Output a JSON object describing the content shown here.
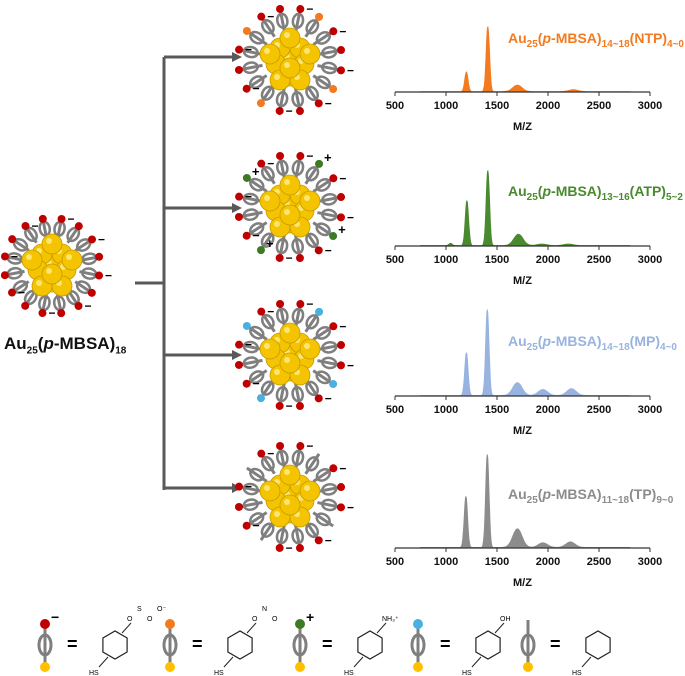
{
  "parent": {
    "prefix": "Au",
    "sub1": "25",
    "open": "(",
    "italic": "p",
    "ligand": "-MBSA)",
    "sub2": "18"
  },
  "panels": [
    {
      "label": {
        "prefix": "Au",
        "sub1": "25",
        "open": "(",
        "italic": "p",
        "ligand": "-MBSA)",
        "sub2": "14~18",
        "second": "(NTP)",
        "sub3": "4~0"
      },
      "color": "#f47a20",
      "dopant": "#f47a20",
      "charge": ""
    },
    {
      "label": {
        "prefix": "Au",
        "sub1": "25",
        "open": "(",
        "italic": "p",
        "ligand": "-MBSA)",
        "sub2": "13~16",
        "second": "(ATP)",
        "sub3": "5~2"
      },
      "color": "#4a8a2e",
      "dopant": "#3d7a25",
      "charge": "+"
    },
    {
      "label": {
        "prefix": "Au",
        "sub1": "25",
        "open": "(",
        "italic": "p",
        "ligand": "-MBSA)",
        "sub2": "14~18",
        "second": "(MP)",
        "sub3": "4~0"
      },
      "color": "#98b3e0",
      "dopant": "#4ab0e0",
      "charge": ""
    },
    {
      "label": {
        "prefix": "Au",
        "sub1": "25",
        "open": "(",
        "italic": "p",
        "ligand": "-MBSA)",
        "sub2": "11~18",
        "second": "(TP)",
        "sub3": "9~0"
      },
      "color": "#8c8c8c",
      "dopant": "none",
      "charge": ""
    }
  ],
  "chart_data": [
    {
      "type": "line",
      "xlabel": "M/Z",
      "xlim": [
        500,
        3000
      ],
      "xticks": [
        500,
        1000,
        1500,
        2000,
        2500,
        3000
      ],
      "series": [
        {
          "peaks": [
            [
              1200,
              0.3
            ],
            [
              1410,
              1.0
            ],
            [
              1700,
              0.1
            ],
            [
              2250,
              0.03
            ]
          ]
        }
      ]
    },
    {
      "type": "line",
      "xlabel": "M/Z",
      "xlim": [
        500,
        3000
      ],
      "xticks": [
        500,
        1000,
        1500,
        2000,
        2500,
        3000
      ],
      "series": [
        {
          "peaks": [
            [
              1045,
              0.03
            ],
            [
              1205,
              0.6
            ],
            [
              1410,
              1.0
            ],
            [
              1710,
              0.15
            ],
            [
              1940,
              0.02
            ],
            [
              2200,
              0.02
            ]
          ]
        }
      ]
    },
    {
      "type": "line",
      "xlabel": "M/Z",
      "xlim": [
        500,
        3000
      ],
      "xticks": [
        500,
        1000,
        1500,
        2000,
        2500,
        3000
      ],
      "series": [
        {
          "peaks": [
            [
              1200,
              0.5
            ],
            [
              1405,
              1.0
            ],
            [
              1700,
              0.15
            ],
            [
              1950,
              0.07
            ],
            [
              2230,
              0.08
            ]
          ]
        }
      ]
    },
    {
      "type": "line",
      "xlabel": "M/Z",
      "xlim": [
        500,
        3000
      ],
      "xticks": [
        500,
        1000,
        1500,
        2000,
        2500,
        3000
      ],
      "series": [
        {
          "peaks": [
            [
              1195,
              0.55
            ],
            [
              1405,
              1.0
            ],
            [
              1700,
              0.2
            ],
            [
              1950,
              0.05
            ],
            [
              2220,
              0.06
            ]
          ]
        }
      ]
    }
  ],
  "legend": {
    "equals": "=",
    "items": [
      {
        "end": "#c00000",
        "charge": "−",
        "groups": [
          "O",
          "S",
          "O",
          "O⁻"
        ],
        "sh": "HS"
      },
      {
        "end": "#f47a20",
        "charge": "",
        "groups": [
          "O",
          "N",
          "O"
        ],
        "sh": "HS"
      },
      {
        "end": "#3d7a25",
        "charge": "+",
        "groups": [
          "NH₃⁺"
        ],
        "sh": "HS"
      },
      {
        "end": "#4ab0e0",
        "charge": "",
        "groups": [
          "OH"
        ],
        "sh": "HS"
      },
      {
        "end": "none",
        "charge": "",
        "groups": [],
        "sh": "HS"
      }
    ]
  },
  "colors": {
    "gold": "#f5c400",
    "red": "#c00000",
    "thiol": "#ffc000",
    "arrow": "#595959",
    "ring": "#7f7f7f"
  }
}
